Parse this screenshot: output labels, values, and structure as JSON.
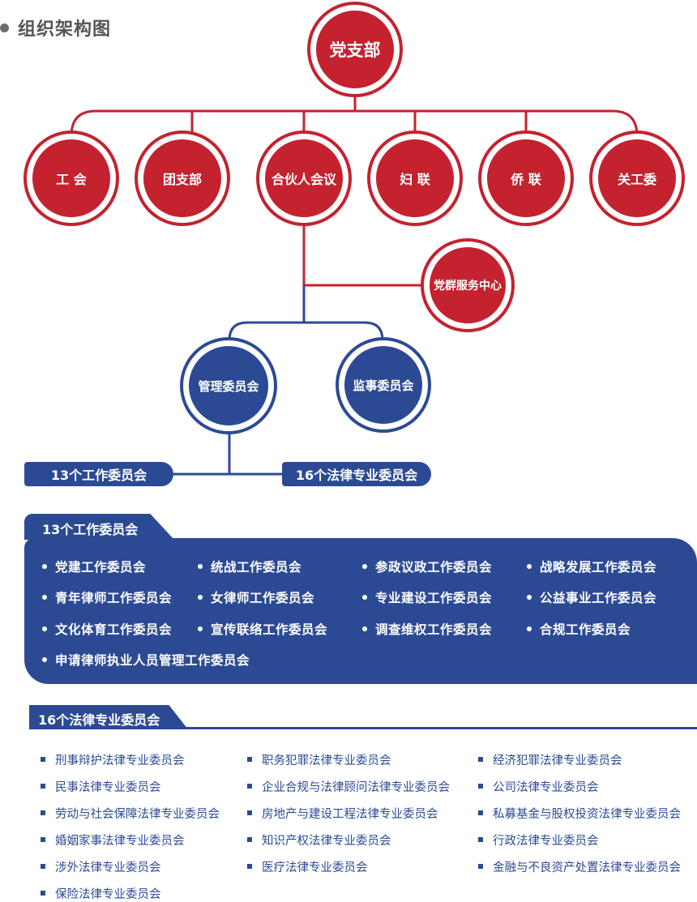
{
  "page": {
    "title": "组织架构图"
  },
  "colors": {
    "red": "#c4222f",
    "blue": "#2c4a94",
    "title_gray": "#555555"
  },
  "org": {
    "root": "党支部",
    "level1": [
      "工 会",
      "团支部",
      "合伙人会议",
      "妇 联",
      "侨 联",
      "关工委"
    ],
    "service_center": "党群服务中心",
    "committees": [
      "管理委员会",
      "监事委员会"
    ],
    "groups": [
      "13个工作委员会",
      "16个法律专业委员会"
    ]
  },
  "working_committees": {
    "title": "13个工作委员会",
    "items": [
      "党建工作委员会",
      "统战工作委员会",
      "参政议政工作委员会",
      "战略发展工作委员会",
      "青年律师工作委员会",
      "女律师工作委员会",
      "专业建设工作委员会",
      "公益事业工作委员会",
      "文化体育工作委员会",
      "宣传联络工作委员会",
      "调查维权工作委员会",
      "合规工作委员会",
      "申请律师执业人员管理工作委员会"
    ]
  },
  "legal_committees": {
    "title": "16个法律专业委员会",
    "items": [
      "刑事辩护法律专业委员会",
      "职务犯罪法律专业委员会",
      "经济犯罪法律专业委员会",
      "民事法律专业委员会",
      "企业合规与法律顾问法律专业委员会",
      "公司法律专业委员会",
      "劳动与社会保障法律专业委员会",
      "房地产与建设工程法律专业委员会",
      "私募基金与股权投资法律专业委员会",
      "婚姻家事法律专业委员会",
      "知识产权法律专业委员会",
      "行政法律专业委员会",
      "涉外法律专业委员会",
      "医疗法律专业委员会",
      "金融与不良资产处置法律专业委员会",
      "保险法律专业委员会"
    ]
  }
}
